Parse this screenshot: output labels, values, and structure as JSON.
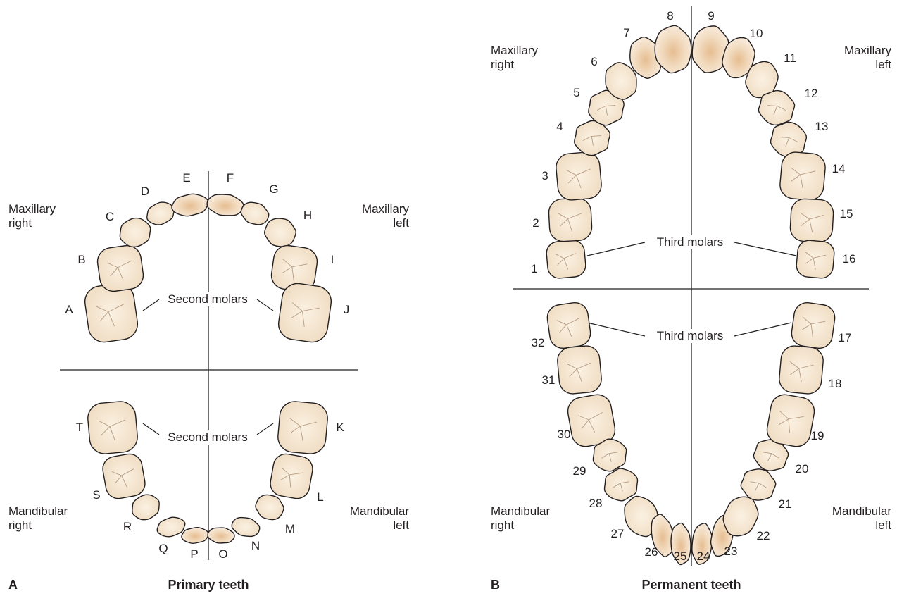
{
  "primary": {
    "panel_letter": "A",
    "caption": "Primary teeth",
    "quadrants": {
      "maxillary_right": [
        "Maxillary",
        "right"
      ],
      "maxillary_left": [
        "Maxillary",
        "left"
      ],
      "mandibular_right": [
        "Mandibular",
        "right"
      ],
      "mandibular_left": [
        "Mandibular",
        "left"
      ]
    },
    "callout_upper": "Second molars",
    "callout_lower": "Second molars",
    "upper_teeth": [
      "A",
      "B",
      "C",
      "D",
      "E",
      "F",
      "G",
      "H",
      "I",
      "J"
    ],
    "lower_teeth": [
      "T",
      "S",
      "R",
      "Q",
      "P",
      "O",
      "N",
      "M",
      "L",
      "K"
    ]
  },
  "permanent": {
    "panel_letter": "B",
    "caption": "Permanent teeth",
    "quadrants": {
      "maxillary_right": [
        "Maxillary",
        "right"
      ],
      "maxillary_left": [
        "Maxillary",
        "left"
      ],
      "mandibular_right": [
        "Mandibular",
        "right"
      ],
      "mandibular_left": [
        "Mandibular",
        "left"
      ]
    },
    "callout_upper": "Third molars",
    "callout_lower": "Third molars",
    "upper_teeth": [
      "1",
      "2",
      "3",
      "4",
      "5",
      "6",
      "7",
      "8",
      "9",
      "10",
      "11",
      "12",
      "13",
      "14",
      "15",
      "16"
    ],
    "lower_teeth": [
      "32",
      "31",
      "30",
      "29",
      "28",
      "27",
      "26",
      "25",
      "24",
      "23",
      "22",
      "21",
      "20",
      "19",
      "18",
      "17"
    ]
  },
  "colors": {
    "tooth_fill": "#f6e7d2",
    "tooth_shade": "#e2b98c",
    "outline": "#231f20",
    "fissure": "#b69c82"
  }
}
